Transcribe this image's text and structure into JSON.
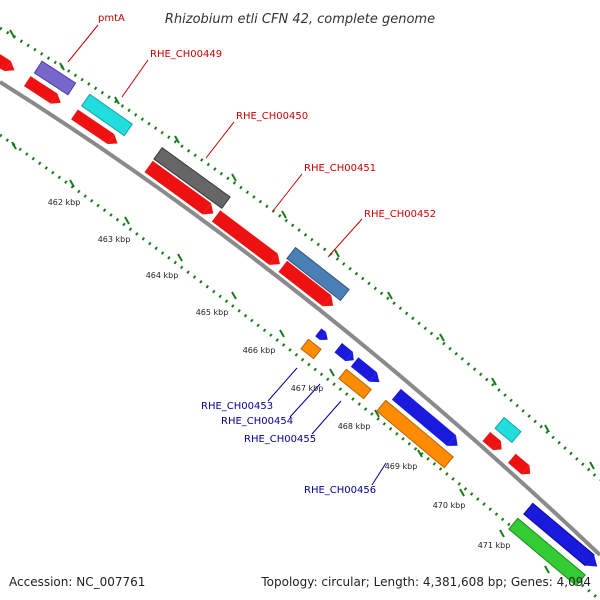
{
  "title": "Rhizobium etli CFN 42, complete genome",
  "footer": {
    "accession": "Accession: NC_007761",
    "summary": "Topology: circular; Length: 4,381,608 bp; Genes: 4,094"
  },
  "ticks": [
    "462 kbp",
    "463 kbp",
    "464 kbp",
    "465 kbp",
    "466 kbp",
    "467 kbp",
    "468 kbp",
    "469 kbp",
    "470 kbp",
    "471 kbp"
  ],
  "labels": {
    "pmtA": "pmtA",
    "l449": "RHE_CH00449",
    "l450": "RHE_CH00450",
    "l451": "RHE_CH00451",
    "l452": "RHE_CH00452",
    "l453": "RHE_CH00453",
    "l454": "RHE_CH00454",
    "l455": "RHE_CH00455",
    "l456": "RHE_CH00456"
  },
  "colors": {
    "backbone": "#8a8a8a",
    "tick": "#1a7a1a",
    "red": "#ee1111",
    "blue": "#1a1add",
    "orange": "#ff8c00",
    "green": "#33cc33",
    "gray": "#666666",
    "steelblue": "#4a7fb5",
    "cyan": "#22dddd",
    "purple": "#7766cc"
  }
}
